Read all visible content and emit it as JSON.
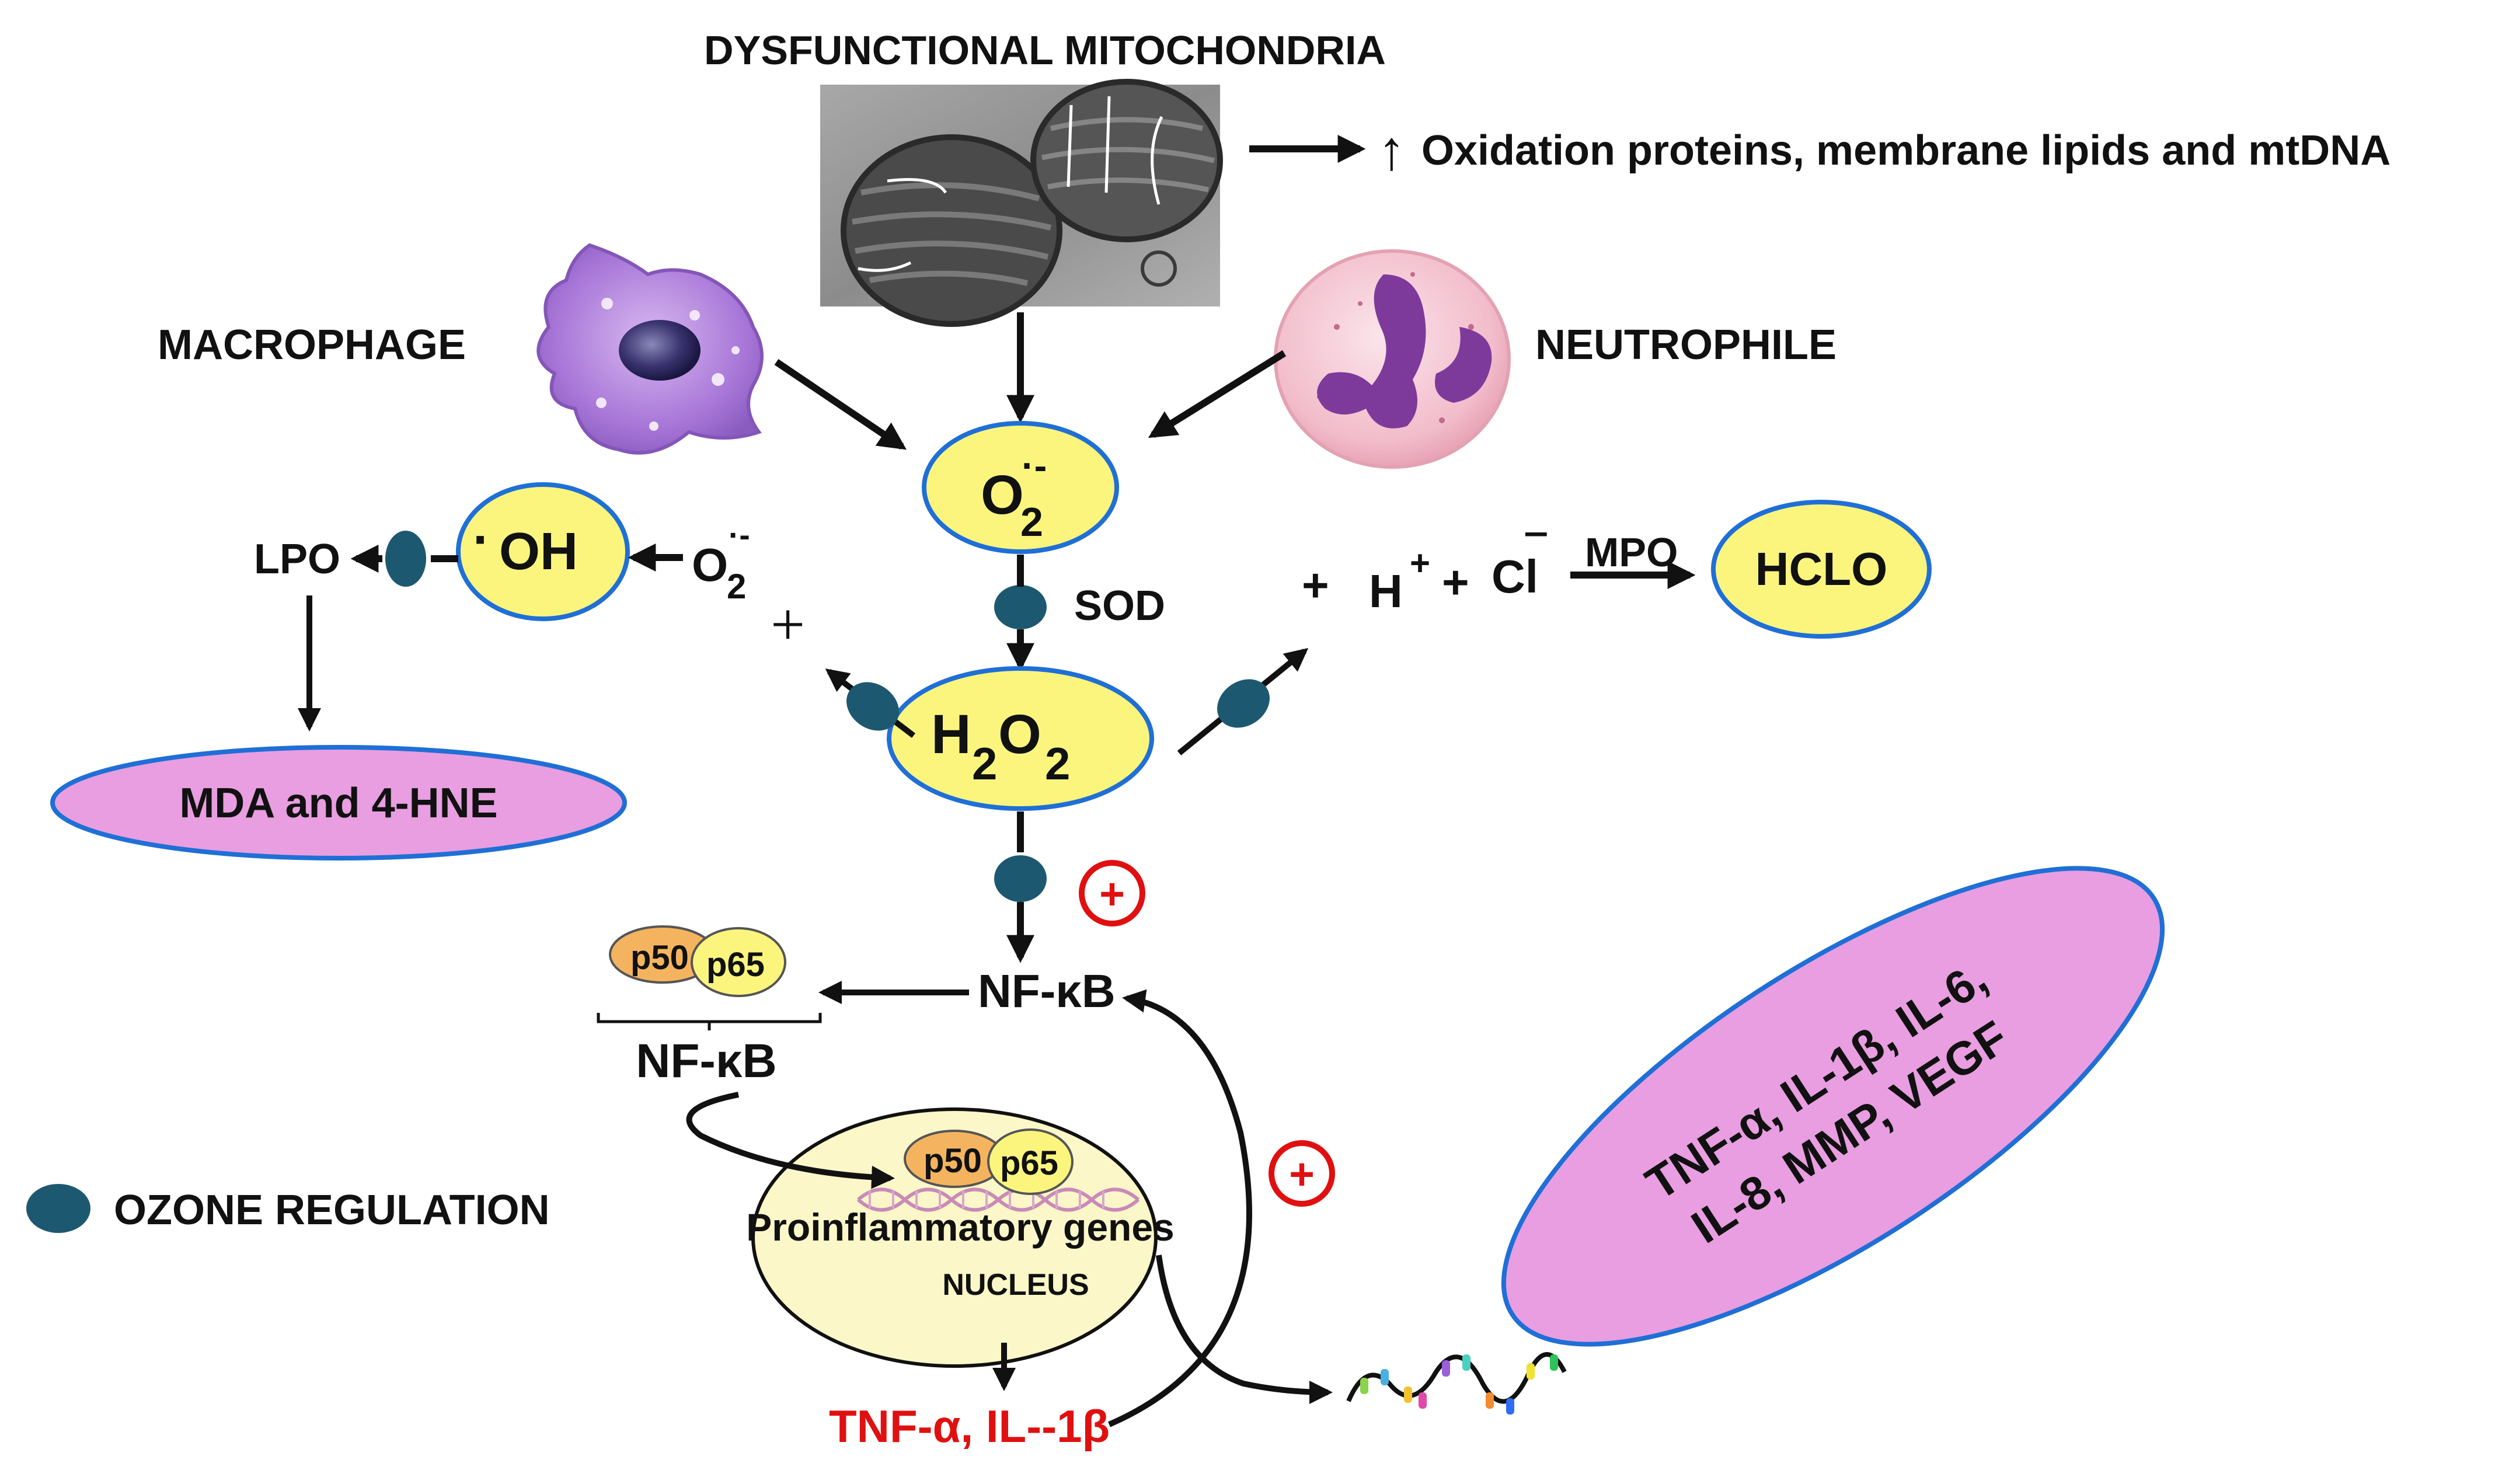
{
  "labels": {
    "mito_title": "DYSFUNCTIONAL MITOCHONDRIA",
    "oxidation": "Oxidation proteins, membrane  lipids  and mtDNA",
    "macrophage": "MACROPHAGE",
    "neutrophile": "NEUTROPHILE",
    "o2": "O",
    "o2_sub": "2",
    "o2_sup": "·-",
    "sod": "SOD",
    "h2o2_h": "H",
    "h2o2_2a": "2",
    "h2o2_o": "O",
    "h2o2_2b": "2",
    "oh": "OH",
    "oh_dot": "·",
    "o2_small": "O",
    "o2_small_sub": "2",
    "o2_small_sup": "·-",
    "lpo": "LPO",
    "mda": "MDA and 4-HNE",
    "plus": "+",
    "plus2": "+",
    "h": "H",
    "h_sup": "+",
    "plus3": "+",
    "cl": "Cl",
    "cl_sup": "‾",
    "mpo": "MPO",
    "hclo": "HCLO",
    "nfkb": "NF-κB",
    "p50": "p50",
    "p65": "p65",
    "nfkb_complex": "NF-κB",
    "p50_nucleus": "p50",
    "p65_nucleus": "p65",
    "proinflammatory": "Proinflammatory genes",
    "nucleus": "NUCLEUS",
    "tnf_il1b": "TNF-α, IL--1β",
    "cytokines_line1": "TNF-α, IL-1β, IL-6,",
    "cytokines_line2": "IL-8, MMP, VEGF",
    "legend": "OZONE REGULATION",
    "plus_circle_1": "+",
    "plus_circle_2": "+"
  },
  "colors": {
    "yellow_fill": "#fbf57e",
    "ellipse_stroke": "#1f6fd6",
    "pink_fill": "#e89ee0",
    "ozone_dot": "#1d5871",
    "nucleus_fill": "#fbf7c8",
    "p50_fill": "#f4b45f",
    "p65_fill": "#fbf57e",
    "red": "#e01010"
  },
  "icons": {
    "mitochondria": "mitochondria-micrograph",
    "macrophage": "macrophage-cell",
    "neutrophile": "neutrophil-cell",
    "dna": "dna-helix",
    "rna": "mrna-strand"
  }
}
